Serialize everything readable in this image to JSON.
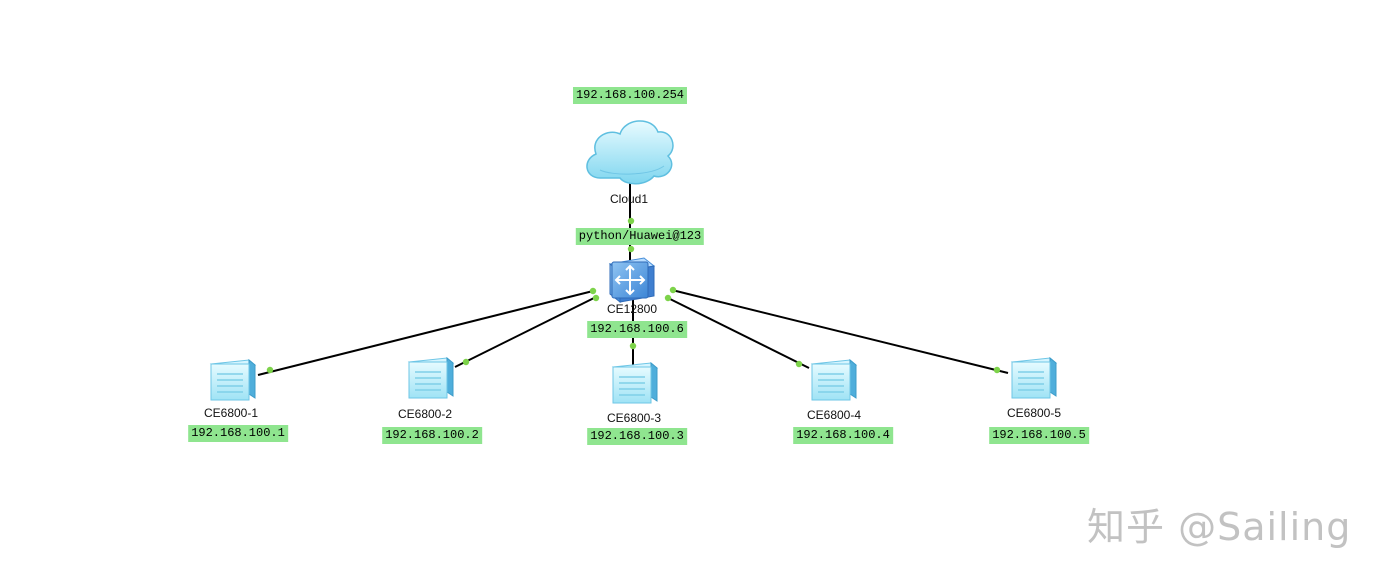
{
  "cloud": {
    "name": "Cloud1",
    "ip": "192.168.100.254"
  },
  "core": {
    "name": "CE12800",
    "ip": "192.168.100.6",
    "credential": "python/Huawei@123"
  },
  "switches": [
    {
      "name": "CE6800-1",
      "ip": "192.168.100.1"
    },
    {
      "name": "CE6800-2",
      "ip": "192.168.100.2"
    },
    {
      "name": "CE6800-3",
      "ip": "192.168.100.3"
    },
    {
      "name": "CE6800-4",
      "ip": "192.168.100.4"
    },
    {
      "name": "CE6800-5",
      "ip": "192.168.100.5"
    }
  ],
  "colors": {
    "label_bg": "#8fe58f",
    "port_dot": "#7dd34a",
    "link": "#000000"
  },
  "watermark": "知乎 @Sailing"
}
